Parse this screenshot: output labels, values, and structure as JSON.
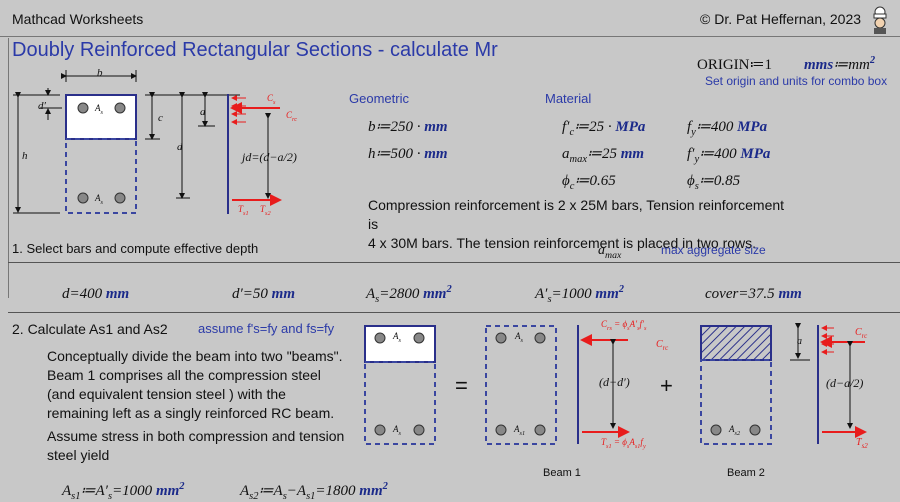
{
  "header": {
    "app_title": "Mathcad Worksheets",
    "author": "© Dr. Pat Heffernan, 2023",
    "avatar_icon": "chef-avatar-icon"
  },
  "page": {
    "title": "Doubly Reinforced Rectangular Sections - calculate Mr",
    "origin": "ORIGIN≔1",
    "mms_lhs": "mms",
    "mms_rhs": "≔mm",
    "mms_exp": "2",
    "origin_note": "Set origin and units for combo box"
  },
  "section_labels": {
    "geometric": "Geometric",
    "material": "Material"
  },
  "geometric": {
    "b": "b≔250 · ",
    "b_unit": "mm",
    "h": "h≔500 · ",
    "h_unit": "mm"
  },
  "material": {
    "fc_lhs": "f′",
    "fc_sub": "c",
    "fc_rhs": "≔25 · ",
    "fc_unit": "MPa",
    "fy_lhs": "f",
    "fy_sub": "y",
    "fy_rhs": "≔400 ",
    "fy_unit": "MPa",
    "amax_lhs": "a",
    "amax_sub": "max",
    "amax_rhs": "≔25 ",
    "amax_unit": "mm",
    "fpy_lhs": "f′",
    "fpy_sub": "y",
    "fpy_rhs": "≔400 ",
    "fpy_unit": "MPa",
    "phic_lhs": "ϕ",
    "phic_sub": "c",
    "phic_rhs": "≔0.65",
    "phis_lhs": "ϕ",
    "phis_sub": "s",
    "phis_rhs": "≔0.85"
  },
  "description": {
    "line1": "Compression reinforcement is 2 x 25M bars, Tension reinforcement is",
    "line2": "4 x 30M bars.  The tension reinforcement is placed in two rows."
  },
  "step1": {
    "label": "1. Select bars and compute effective depth",
    "combo_lhs": "a",
    "combo_sub": "max",
    "combo_note": "max aggregate size"
  },
  "results": {
    "d": "d=400 ",
    "d_unit": "mm",
    "dp": "d′=50 ",
    "dp_unit": "mm",
    "as_lhs": "A",
    "as_sub": "s",
    "as_rhs": "=2800 ",
    "as_unit": "mm",
    "as_exp": "2",
    "aps_lhs": "A′",
    "aps_sub": "s",
    "aps_rhs": "=1000 ",
    "aps_unit": "mm",
    "aps_exp": "2",
    "cover": "cover=37.5 ",
    "cover_unit": "mm"
  },
  "step2": {
    "label": "2. Calculate As1 and As2",
    "assume": "assume f's=fy and fs=fy",
    "para1": "Conceptually divide the beam into two \"beams\". Beam 1 comprises all the compression steel (and equivalent tension steel ) with the remaining left as a singly reinforced RC beam.",
    "para2": "Assume stress in both compression and tension steel yield"
  },
  "equations": {
    "as1_lhs": "A",
    "as1_sub": "s1",
    "as1_mid": "≔A′",
    "as1_mid_sub": "s",
    "as1_rhs": "=1000 ",
    "as1_unit": "mm",
    "as1_exp": "2",
    "as2_lhs": "A",
    "as2_sub": "s2",
    "as2_mid": "≔A",
    "as2_mid_sub": "s",
    "as2_mid2": "−A",
    "as2_mid2_sub": "s1",
    "as2_rhs": "=1800 ",
    "as2_unit": "mm",
    "as2_exp": "2"
  },
  "diagram_top": {
    "b": "b",
    "dprime": "d′",
    "h": "h",
    "c": "c",
    "a": "a",
    "d": "d",
    "jd": "jd=(d−a/2)",
    "As_top": "A",
    "As_top_sub": "s",
    "As_bot": "A",
    "As_bot_sub": "s",
    "Cs": "C",
    "Cs_sub": "s",
    "Crc": "C",
    "Crc_sub": "rc",
    "Ts1": "T",
    "Ts1_sub": "s1",
    "Ts2": "T",
    "Ts2_sub": "s2"
  },
  "diagram_beams": {
    "equals": "=",
    "plus": "+",
    "beam1": "Beam 1",
    "beam2": "Beam 2",
    "As": "A",
    "As_sub": "s",
    "As1": "A",
    "As1_sub": "s1",
    "As2": "A",
    "As2_sub": "s2",
    "a": "a",
    "cs_eq": "C",
    "cs_eq_sub": "rs",
    "cs_eq_rhs": " = ϕ",
    "cs_eq_rhs_sub": "s",
    "cs_eq_end": "A′",
    "cs_eq_end_sub": "s",
    "cs_eq_f": "f′",
    "cs_eq_f_sub": "s",
    "crc": "C",
    "crc_sub": "rc",
    "ts1_eq": "T",
    "ts1_eq_sub": "s1",
    "ts1_eq_rhs": " = ϕ",
    "ts1_eq_rhs_sub": "s",
    "ts1_eq_end": "A",
    "ts1_eq_end_sub": "s1",
    "ts1_eq_f": "f",
    "ts1_eq_f_sub": "y",
    "d_dp": "(d−d′)",
    "crc2": "C",
    "crc2_sub": "rc",
    "d_a2": "(d−a/2)",
    "ts2": "T",
    "ts2_sub": "s2"
  },
  "colors": {
    "background": "#c8c8c8",
    "title_blue": "#2b3aa8",
    "unit_navy": "#1b2a8a",
    "force_red": "#e81c1c",
    "dash_blue": "#3a46a0"
  }
}
